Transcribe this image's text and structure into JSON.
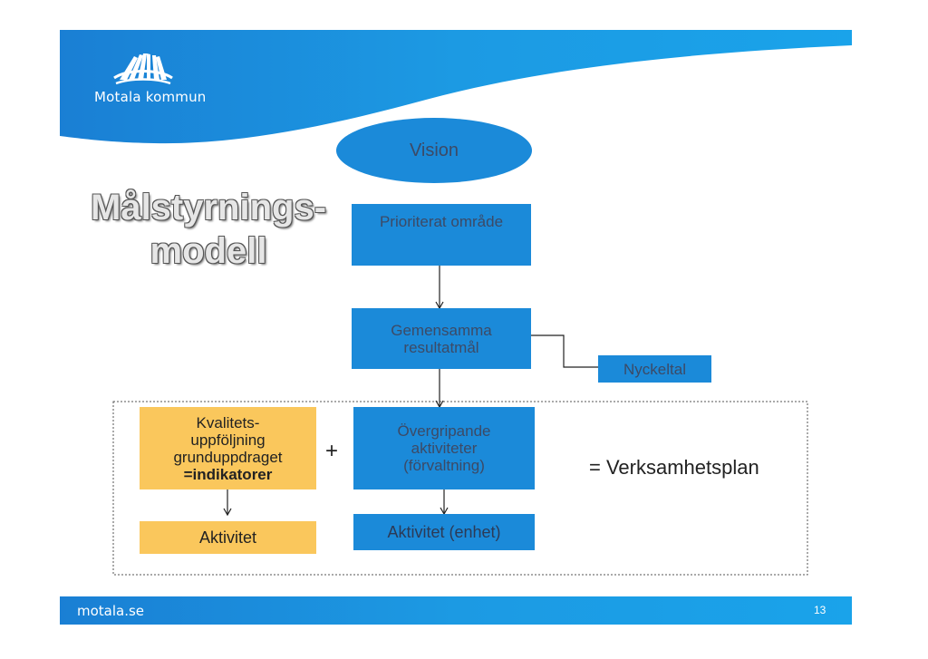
{
  "header": {
    "logo_text": "Motala kommun"
  },
  "title": {
    "line1": "Målstyrnings-",
    "line2": "modell"
  },
  "diagram": {
    "vision": "Vision",
    "prioriterat": "Prioriterat område",
    "gemensamma": "Gemensamma resultatmål",
    "nyckeltal": "Nyckeltal",
    "kvalitet_line1": "Kvalitets-",
    "kvalitet_line2": "uppföljning",
    "kvalitet_line3": "grunduppdraget",
    "kvalitet_line4": "=indikatorer",
    "plus": "+",
    "overgripande": "Övergripande aktiviteter (förvaltning)",
    "aktivitet_left": "Aktivitet",
    "aktivitet_right": "Aktivitet (enhet)",
    "verksamhetsplan": "= Verksamhetsplan"
  },
  "footer": {
    "site": "motala.se",
    "page_number": "13"
  },
  "colors": {
    "brand_blue": "#1b8ad9",
    "header_blue": "#1a96e0",
    "yellow": "#fac75c"
  }
}
